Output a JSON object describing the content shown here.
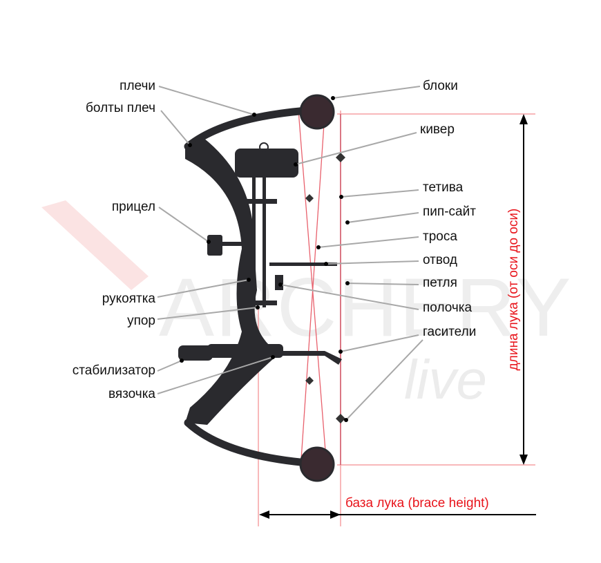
{
  "watermark": {
    "brand": "ARCHERY",
    "sub": "live"
  },
  "labels_left": {
    "limbs": "плечи",
    "limb_bolts": "болты плеч",
    "sight": "прицел",
    "grip": "рукоятка",
    "rest_point": "упор",
    "stabilizer": "стабилизатор",
    "wrist_sling": "вязочка"
  },
  "labels_right": {
    "cams": "блоки",
    "quiver": "кивер",
    "string": "тетива",
    "peep_sight": "пип-сайт",
    "cables": "троса",
    "cable_guard": "отвод",
    "d_loop": "петля",
    "arrow_rest": "полочка",
    "dampeners": "гасители"
  },
  "dimensions": {
    "axle_to_axle": "длина лука (от оси до оси)",
    "brace_height": "база лука (brace height)"
  },
  "colors": {
    "dimension": "#e8141b",
    "leader": "#a8a8a8",
    "bow": "#2a2a2e"
  }
}
